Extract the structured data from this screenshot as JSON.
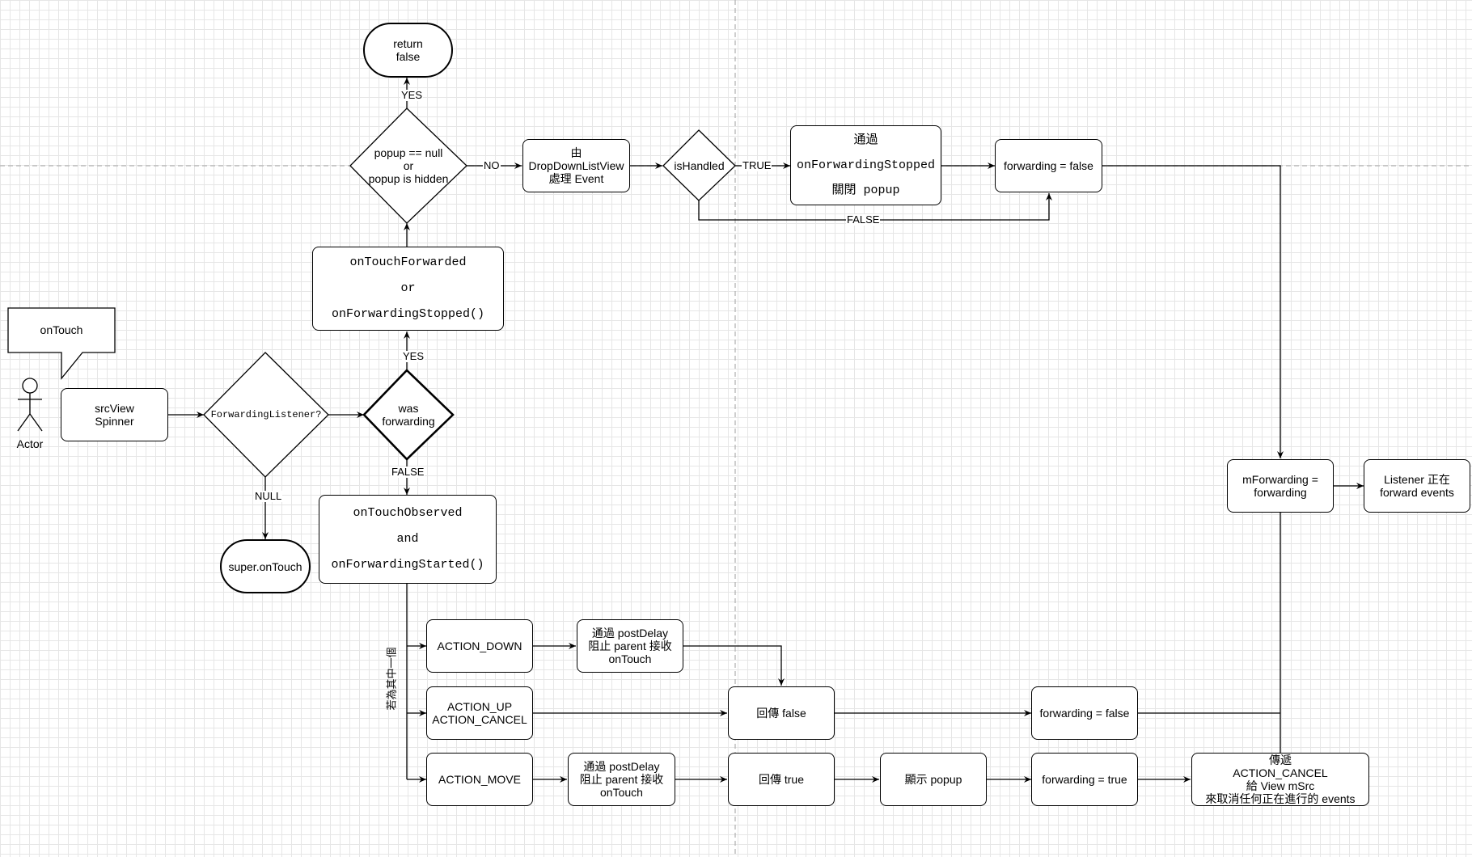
{
  "nodes": {
    "return_false": "return\nfalse",
    "popup_check": "popup == null\nor\npopup is hidden",
    "dropdown_handle": "由\nDropDownListView\n處理 Event",
    "is_handled": "isHandled",
    "stopped_close": "通過\nonForwardingStopped\n關閉 popup",
    "forwarding_false_top": "forwarding = false",
    "touch_forwarded": "onTouchForwarded\nor\nonForwardingStopped()",
    "callout": "onTouch",
    "actor": "Actor",
    "src_view": "srcView\nSpinner",
    "forwarding_listener": "ForwardingListener?",
    "was_forwarding": "was\nforwarding",
    "super_on_touch": "super.onTouch",
    "touch_observed": "onTouchObserved\nand\nonForwardingStarted()",
    "action_down": "ACTION_DOWN",
    "post_delay_down": "通過 postDelay\n阻止 parent 接收\nonTouch",
    "action_up_cancel": "ACTION_UP\nACTION_CANCEL",
    "return_false_mid": "回傳 false",
    "forwarding_false_mid": "forwarding = false",
    "action_move": "ACTION_MOVE",
    "post_delay_move": "通過 postDelay\n阻止 parent 接收\nonTouch",
    "return_true": "回傳 true",
    "show_popup": "顯示 popup",
    "forwarding_true": "forwarding = true",
    "pass_cancel": "傳遞\nACTION_CANCEL\n給 View mSrc\n來取消任何正在進行的 events",
    "m_forwarding": "mForwarding =\nforwarding",
    "listener_forwarding": "Listener 正在\nforward events"
  },
  "edge_labels": {
    "yes_top": "YES",
    "no": "NO",
    "true": "TRUE",
    "false_handled": "FALSE",
    "yes_mid": "YES",
    "false_mid": "FALSE",
    "null": "NULL",
    "one_of": "若為其中一個"
  },
  "colors": {
    "stroke": "#000000",
    "grid": "#e6e6e6",
    "guide": "#b3b3b3",
    "background": "#ffffff"
  }
}
